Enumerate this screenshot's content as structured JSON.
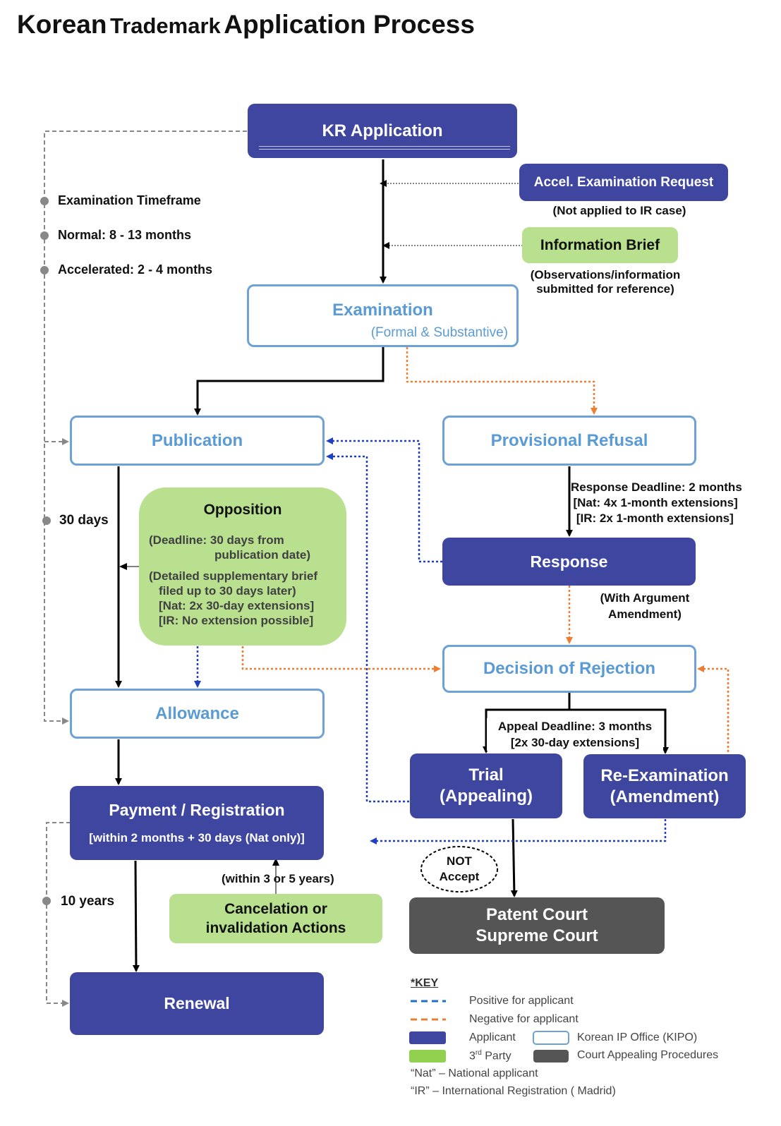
{
  "title": {
    "part1": "Korean",
    "part2": "Trademark",
    "part3": "Application Process"
  },
  "nodes": {
    "kr_application": "KR Application",
    "accel_request": "Accel. Examination Request",
    "accel_note": "(Not applied to IR case)",
    "info_brief": "Information Brief",
    "info_note_1": "(Observations/information",
    "info_note_2": "submitted for reference)",
    "examination": "Examination",
    "examination_sub": "(Formal & Substantive)",
    "publication": "Publication",
    "provisional_refusal": "Provisional Refusal",
    "opposition": "Opposition",
    "opposition_l1": "(Deadline: 30 days from",
    "opposition_l2": "publication date)",
    "opposition_l3": "(Detailed supplementary brief",
    "opposition_l4": "filed up to 30 days later)",
    "opposition_l5": "[Nat: 2x 30-day extensions]",
    "opposition_l6": "[IR: No extension possible]",
    "response": "Response",
    "response_note_1": "(With Argument",
    "response_note_2": "Amendment)",
    "response_deadline_1": "Response Deadline: 2 months",
    "response_deadline_2": "[Nat: 4x 1-month extensions]",
    "response_deadline_3": "[IR: 2x 1-month extensions]",
    "decision_rejection": "Decision of Rejection",
    "allowance": "Allowance",
    "appeal_deadline_1": "Appeal Deadline: 3 months",
    "appeal_deadline_2": "[2x 30-day extensions]",
    "trial_1": "Trial",
    "trial_2": "(Appealing)",
    "reexam_1": "Re-Examination",
    "reexam_2": "(Amendment)",
    "payment": "Payment / Registration",
    "payment_sub": "[within  2 months + 30 days (Nat only)]",
    "not_accept_1": "NOT",
    "not_accept_2": "Accept",
    "within_years": "(within 3 or 5 years)",
    "cancelation_1": "Cancelation or",
    "cancelation_2": "invalidation Actions",
    "court_1": "Patent Court",
    "court_2": "Supreme Court",
    "renewal": "Renewal"
  },
  "timeline": {
    "exam_timeframe": "Examination Timeframe",
    "normal": "Normal: 8 - 13 months",
    "accelerated": "Accelerated: 2 - 4 months",
    "days_30": "30 days",
    "years_10": "10 years"
  },
  "key": {
    "heading": "*KEY",
    "positive": "Positive for applicant",
    "negative": "Negative for applicant",
    "applicant": "Applicant",
    "kipo": "Korean IP Office (KIPO)",
    "third_party": "3rd Party",
    "court": "Court Appealing Procedures",
    "nat_def": "“Nat” – National applicant",
    "ir_def": "“IR” – International Registration ( Madrid)"
  },
  "colors": {
    "applicant": "#3f46a0",
    "kipo_border": "#6ea2d6",
    "kipo_text": "#5b9bd5",
    "third_party": "#b8e08f",
    "court": "#555555",
    "positive": "#1f3fbf",
    "negative": "#ed7d31"
  }
}
